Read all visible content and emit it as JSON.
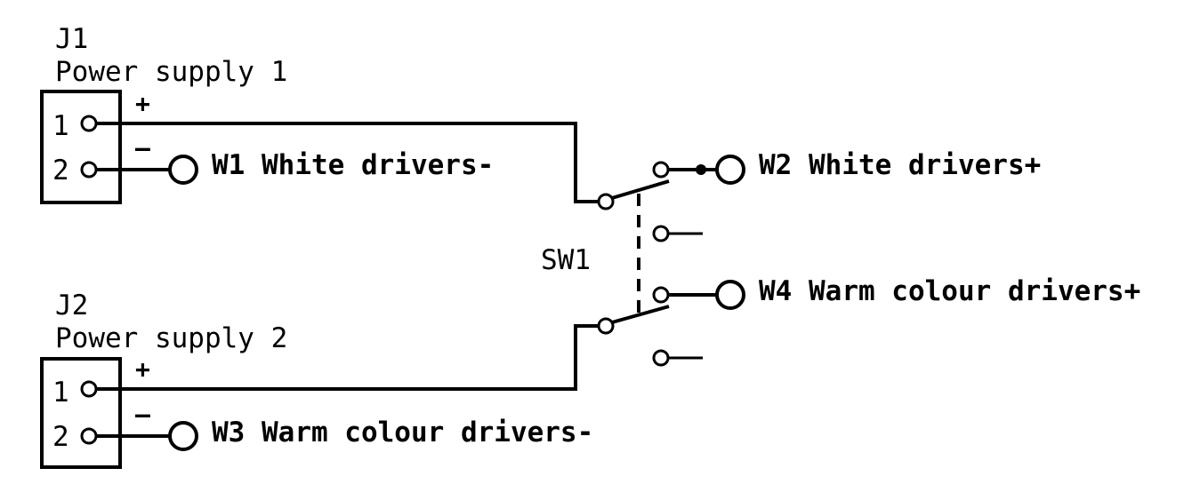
{
  "connectors": [
    {
      "ref": "J1",
      "name": "Power supply 1",
      "pins": [
        "1",
        "2"
      ],
      "plus": "+",
      "minus": "–"
    },
    {
      "ref": "J2",
      "name": "Power supply 2",
      "pins": [
        "1",
        "2"
      ],
      "plus": "+",
      "minus": "–"
    }
  ],
  "switch": {
    "ref": "SW1"
  },
  "wire_labels": {
    "w1": "W1 White drivers-",
    "w2": "W2 White drivers+",
    "w3": "W3 Warm colour drivers-",
    "w4": "W4 Warm colour drivers+"
  }
}
